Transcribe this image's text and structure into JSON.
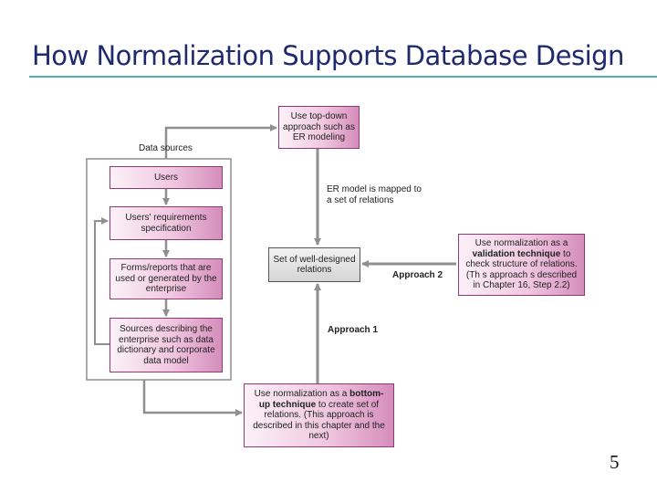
{
  "slide": {
    "title": "How Normalization Supports Database Design",
    "page_number": "5"
  },
  "diagram": {
    "data_sources_label": "Data sources",
    "sources": {
      "users": "Users",
      "requirements": "Users' requirements specification",
      "forms": "Forms/reports that are used or generated by the enterprise",
      "descriptions": "Sources describing the enterprise such as data dictionary and corporate data model"
    },
    "top_down_box": "Use top-down approach such as ER modeling",
    "er_mapping_label": "ER model is mapped to a set of relations",
    "relations_box": "Set of well-designed relations",
    "approach1_label": "Approach 1",
    "approach2_label": "Approach 2",
    "validation_box": {
      "pre": "Use normalization as a ",
      "bold": "validation technique",
      "post": " to check structure of relations. (Th s approach  s described in Chapter 16, Step 2.2)"
    },
    "bottom_up_box": {
      "pre": "Use normalization as a ",
      "bold": "bottom-up technique",
      "post": " to create set of relations. (This approach is described in this chapter and the next)"
    }
  }
}
